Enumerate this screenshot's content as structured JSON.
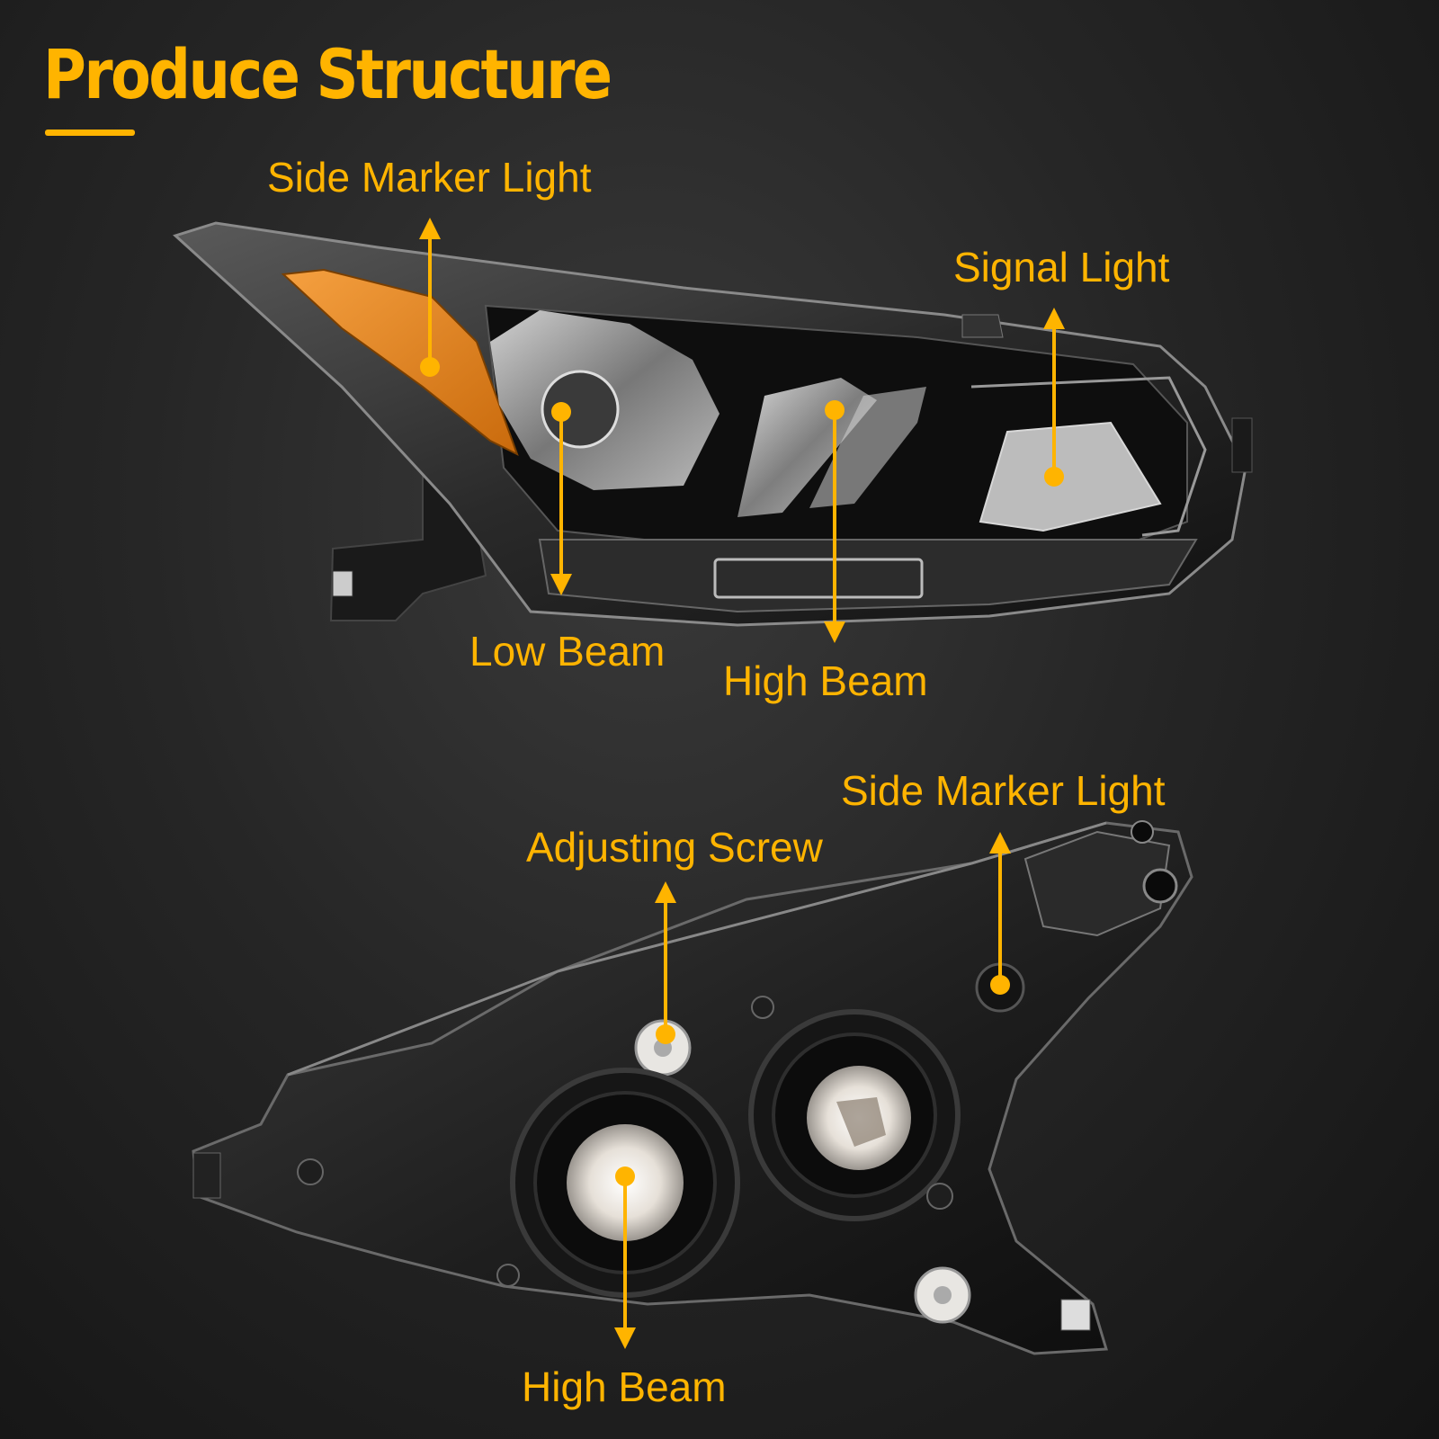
{
  "header": {
    "title": "Produce Structure"
  },
  "colors": {
    "accent": "#FFB400",
    "amber_lens": "#E2861A"
  },
  "front_view": {
    "labels": {
      "side_marker": "Side Marker Light",
      "signal": "Signal Light",
      "low_beam": "Low Beam",
      "high_beam": "High Beam"
    }
  },
  "rear_view": {
    "labels": {
      "side_marker": "Side Marker Light",
      "adjusting_screw": "Adjusting Screw",
      "high_beam": "High Beam"
    }
  }
}
